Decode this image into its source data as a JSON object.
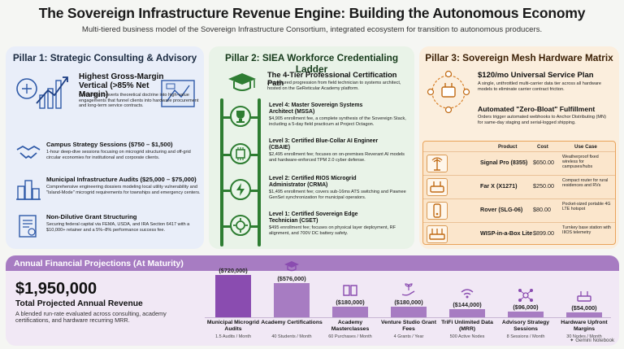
{
  "header": {
    "title": "The Sovereign Infrastructure Revenue Engine: Building the Autonomous Economy",
    "subtitle": "Multi-tiered business model of the Sovereign Infrastructure Consortium, integrated ecosystem for transition to autonomous producers."
  },
  "pillar1": {
    "title": "Pillar 1: Strategic Consulting & Advisory",
    "highlight": {
      "heading": "Highest Gross-Margin Vertical (>85% Net Margin)",
      "text": "Consulting converts theoretical doctrine into high-value engagements that funnel clients into hardware procurement and long-term service contracts."
    },
    "items": [
      {
        "heading": "Campus Strategy Sessions ($750 – $1,500)",
        "text": "1-hour deep-dive sessions focusing on microgrid structuring and off-grid circular economies for institutional and corporate clients.",
        "icon": "handshake-icon"
      },
      {
        "heading": "Municipal Infrastructure Audits ($25,000 – $75,000)",
        "text": "Comprehensive engineering dossiers modeling local utility vulnerability and \"Island-Mode\" microgrid requirements for townships and emergency centers.",
        "icon": "city-icon"
      },
      {
        "heading": "Non-Dilutive Grant Structuring",
        "text": "Securing federal capital via FEMA, USDA, and IRA Section 6417 with a $10,000+ retainer and a 5%–8% performance success fee.",
        "icon": "document-icon"
      }
    ]
  },
  "pillar2": {
    "title": "Pillar 2: SIEA Workforce Credentialing Ladder",
    "intro": {
      "heading": "The 4-Tier Professional Certification Path",
      "text": "A structured progression from field technician to systems architect, hosted on the GeReticular Academy platform."
    },
    "levels": [
      {
        "heading": "Level 4: Master Sovereign Systems Architect (MSSA)",
        "text": "$4,905 enrollment fee, a complete synthesis of the Sovereign Stack, including a 5-day field practicum at Project Octagon."
      },
      {
        "heading": "Level 3: Certified Blue-Collar AI Engineer (CBAIE)",
        "text": "$2,495 enrollment fee; focuses on on-premises Reverant AI models and hardware-enforced TPM 2.0 cyber defense."
      },
      {
        "heading": "Level 2: Certified RIOS Microgrid Administrator (CRMA)",
        "text": "$1,495 enrollment fee; covers sub-16ms ATS switching and Pawnee GenSet synchronization for municipal operators."
      },
      {
        "heading": "Level 1: Certified Sovereign Edge Technician (CSET)",
        "text": "$495 enrollment fee; focuses on physical layer deployment, RF alignment, and 700V DC battery safety."
      }
    ]
  },
  "pillar3": {
    "title": "Pillar 3: Sovereign Mesh Hardware Matrix",
    "plan": {
      "heading": "$120/mo Universal Service Plan",
      "text": "A single, unthrottled multi-carrier data tier across all hardware models to eliminate carrier contract friction."
    },
    "fulfillment": {
      "heading": "Automated \"Zero-Bloat\" Fulfillment",
      "text": "Orders trigger automated webhooks to Anchor Distributing (MN) for same-day staging and serial-logged shipping."
    },
    "table": {
      "headers": [
        "Product",
        "Cost",
        "Use Case"
      ],
      "rows": [
        {
          "product": "Signal Pro (8355)",
          "cost": "$650.00",
          "use": "Weatherproof fixed wireless for campuses/hubs"
        },
        {
          "product": "Far X (X1271)",
          "cost": "$250.00",
          "use": "Compact router for rural residences and RVs"
        },
        {
          "product": "Rover (SLG-06)",
          "cost": "$80.00",
          "use": "Pocket-sized portable 4G LTE hotspot"
        },
        {
          "product": "WISP-in-a-Box Lite",
          "cost": "$899.00",
          "use": "Turnkey base station with IIIOS telemetry"
        }
      ]
    }
  },
  "projections": {
    "title": "Annual Financial Projections (At Maturity)",
    "total": "$1,950,000",
    "total_label": "Total Projected Annual Revenue",
    "total_desc": "A blended run-rate evaluated across consulting, academy certifications, and hardware recurring MRR.",
    "brand": "Gemini Notebook"
  },
  "chart_data": {
    "type": "bar",
    "categories": [
      "Municipal Microgrid Audits",
      "Academy Certifications",
      "Academy Masterclasses",
      "Venture Studio Grant Fees",
      "TriFi Unlimited Data (MRR)",
      "Advisory Strategy Sessions",
      "Hardware Upfront Margins"
    ],
    "values": [
      720000,
      576000,
      180000,
      180000,
      144000,
      96000,
      54000
    ],
    "value_labels": [
      "($720,000)",
      "($576,000)",
      "($180,000)",
      "($180,000)",
      "($144,000)",
      "($96,000)",
      "($54,000)"
    ],
    "sublabels": [
      "1.5 Audits / Month",
      "40 Students / Month",
      "60 Purchases / Month",
      "4 Grants / Year",
      "500 Active Nodes",
      "8 Sessions / Month",
      "30 Nodes / Month"
    ],
    "icons": [
      "",
      "graduation-cap-icon",
      "book-icon",
      "seedling-hand-icon",
      "wifi-signal-icon",
      "network-icon",
      "router-icon"
    ],
    "ylim": [
      0,
      720000
    ],
    "colors": {
      "first": "#8a4cb0",
      "rest": "#a77cc2"
    }
  }
}
